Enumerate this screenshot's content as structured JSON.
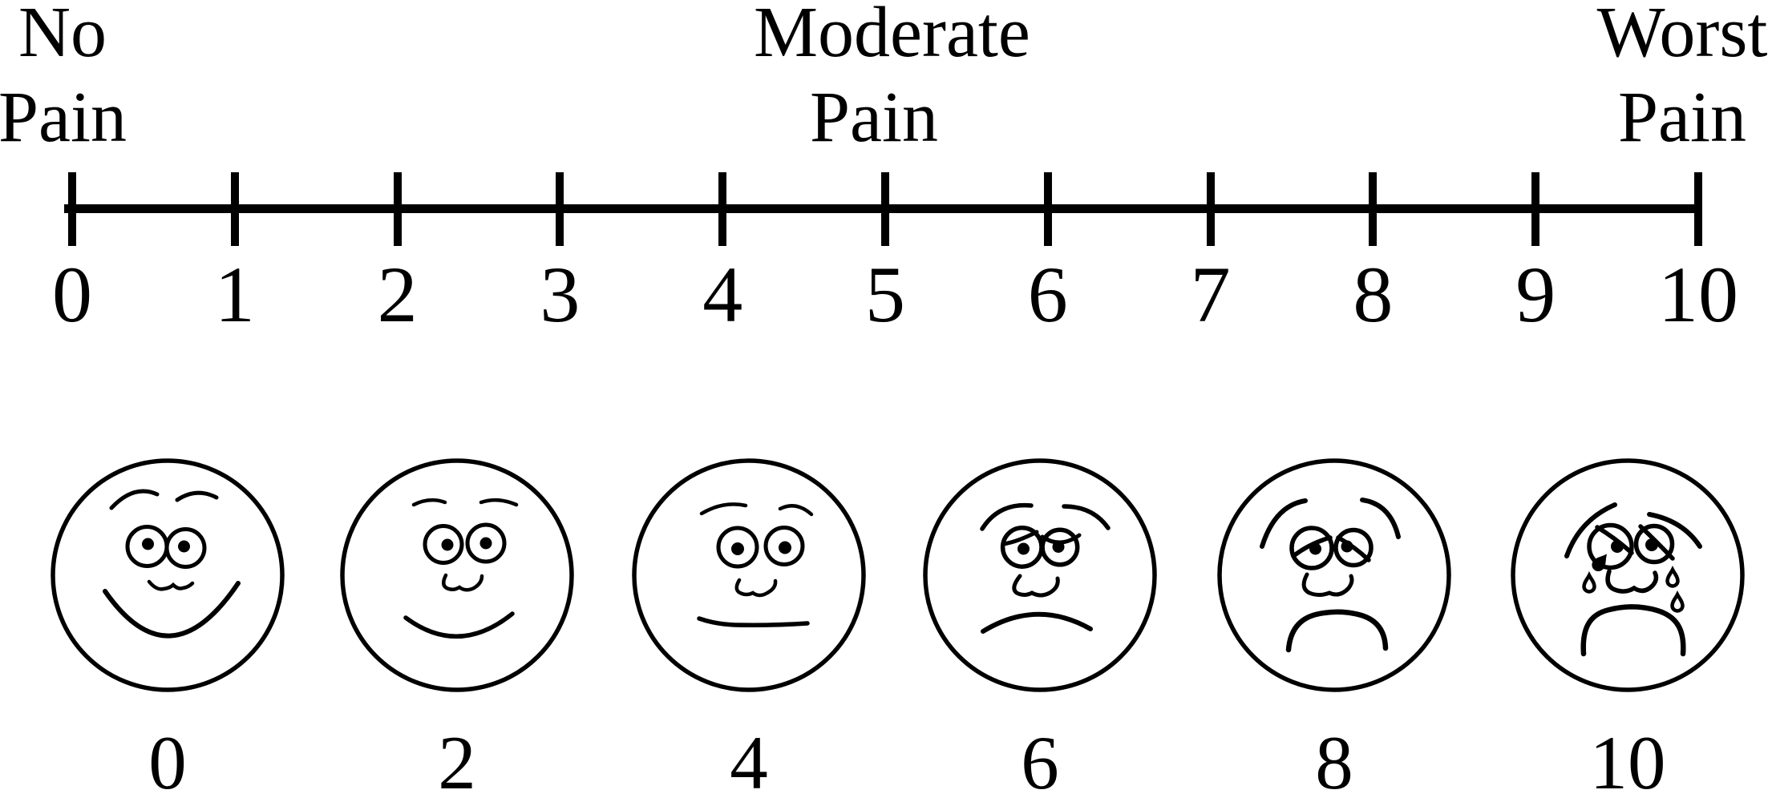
{
  "title": "Pain rating scale with numeric line and faces",
  "anchors": {
    "left": {
      "line1": "No",
      "line2": "Pain"
    },
    "center": {
      "line1": "Moderate",
      "line2": "Pain"
    },
    "right": {
      "line1": "Worst",
      "line2": "Pain"
    }
  },
  "scale": {
    "min": 0,
    "max": 10,
    "tick_labels": [
      "0",
      "1",
      "2",
      "3",
      "4",
      "5",
      "6",
      "7",
      "8",
      "9",
      "10"
    ]
  },
  "faces": {
    "items": [
      {
        "value": 0,
        "label": "0",
        "expression": "broad-smile"
      },
      {
        "value": 2,
        "label": "2",
        "expression": "slight-smile"
      },
      {
        "value": 4,
        "label": "4",
        "expression": "neutral"
      },
      {
        "value": 6,
        "label": "6",
        "expression": "worried-frown"
      },
      {
        "value": 8,
        "label": "8",
        "expression": "distressed-deep-frown"
      },
      {
        "value": 10,
        "label": "10",
        "expression": "crying"
      }
    ]
  },
  "colors": {
    "ink": "#000000",
    "background": "#ffffff"
  }
}
